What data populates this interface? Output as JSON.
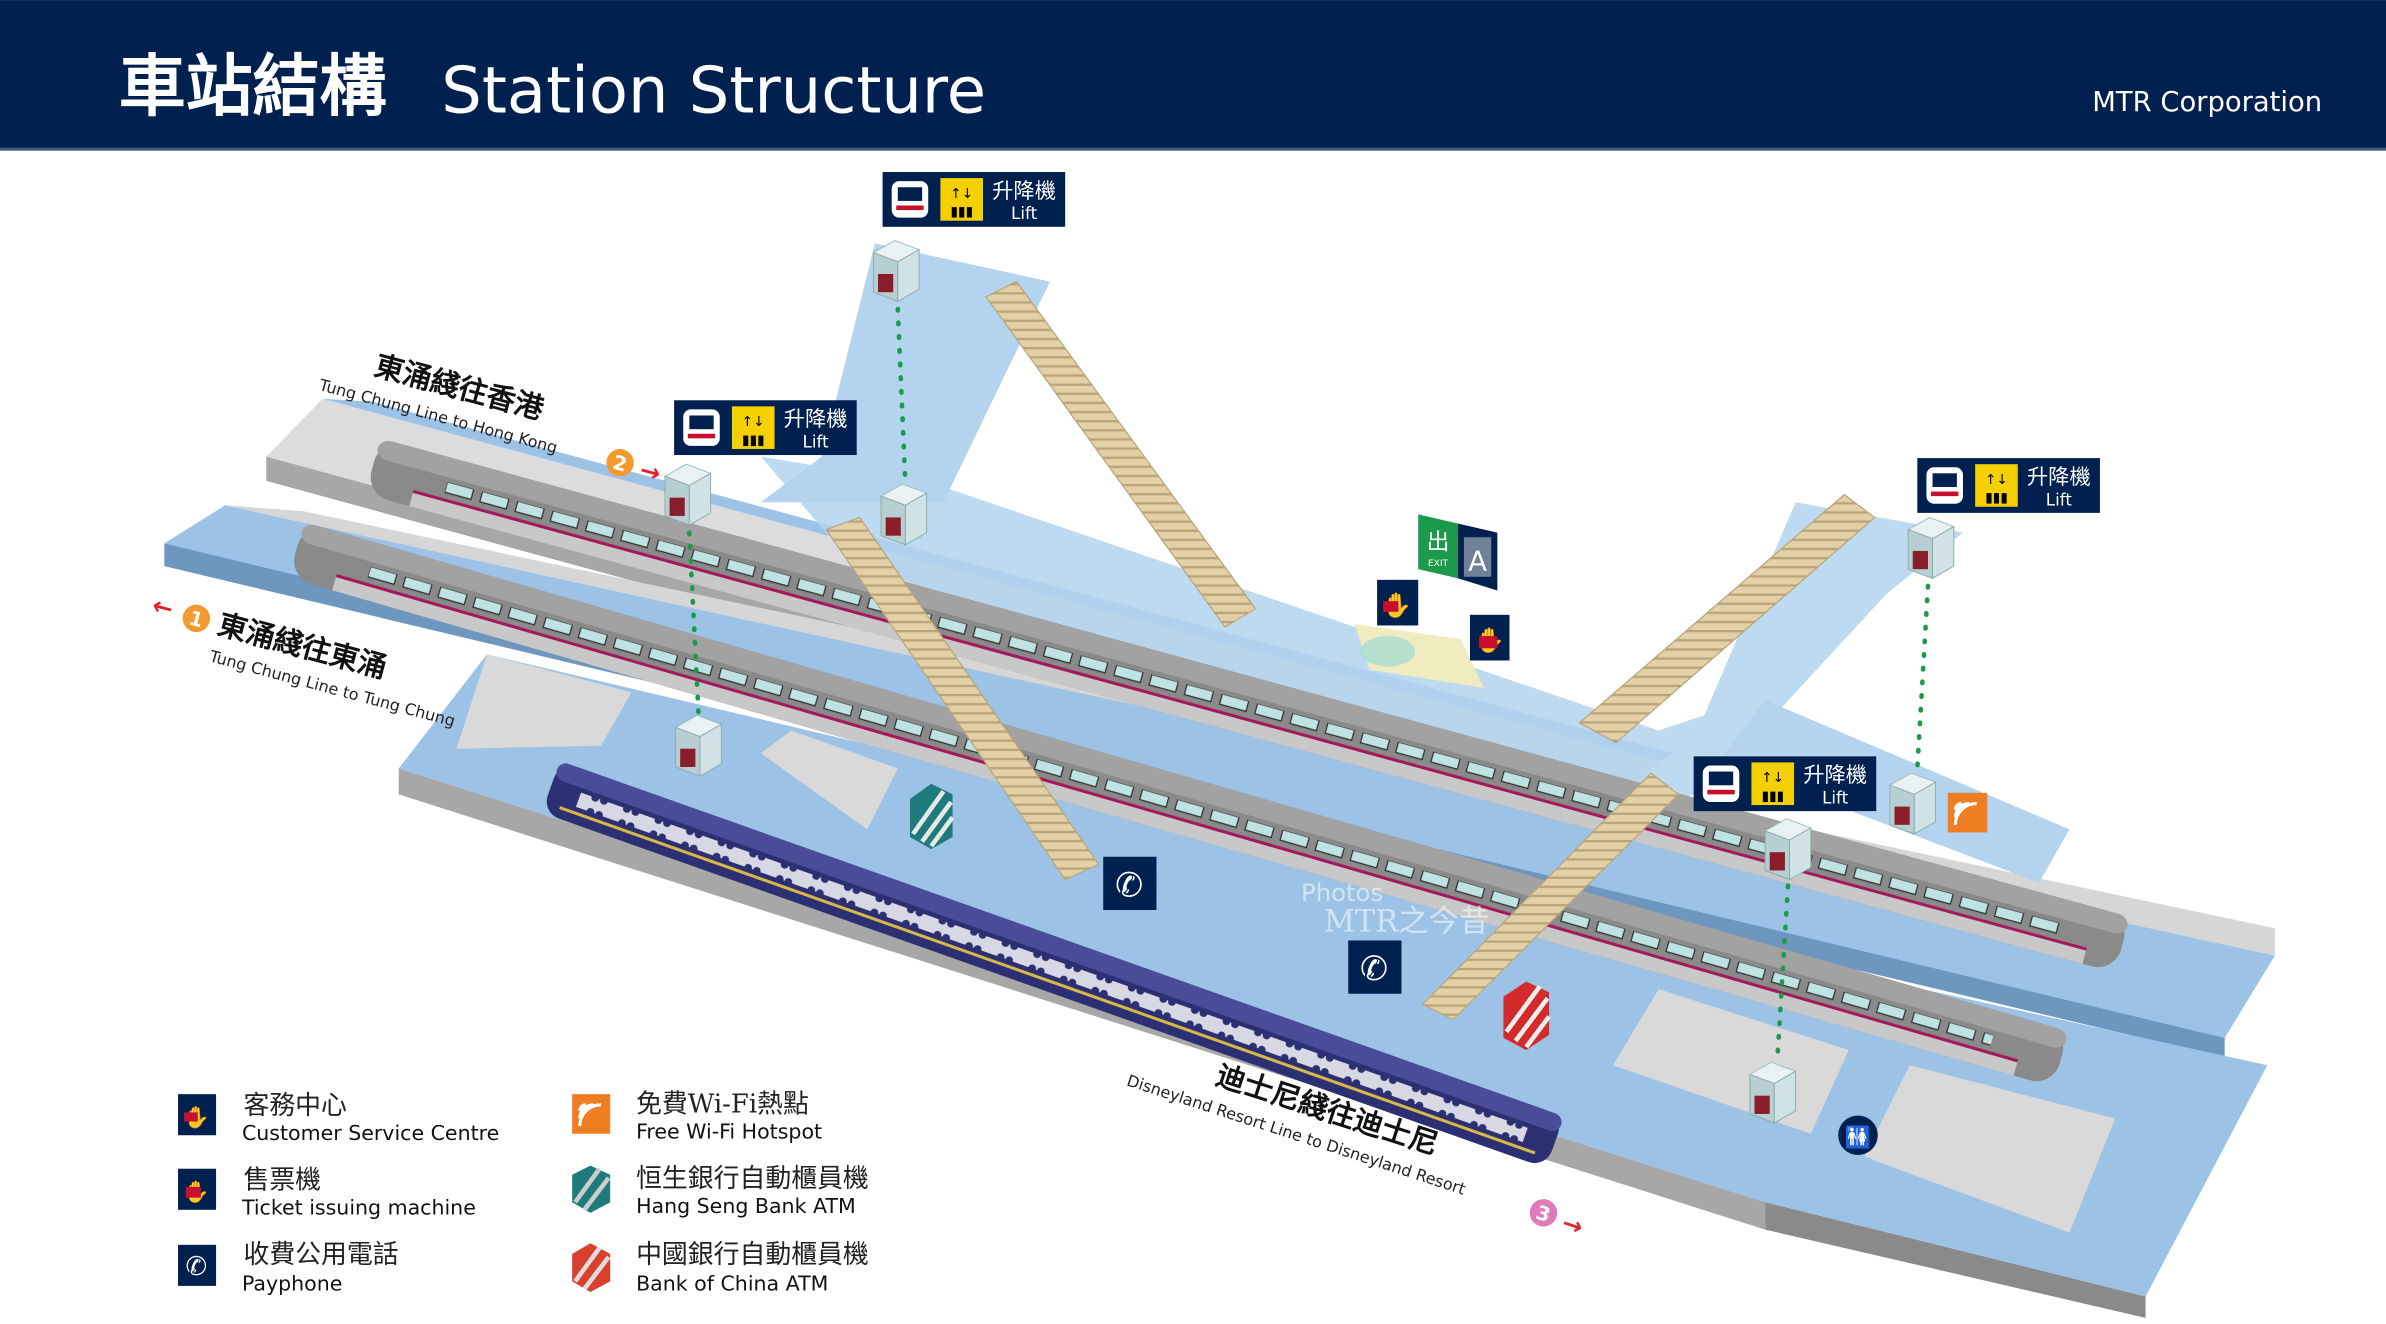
{
  "header": {
    "title_cn": "車站結構",
    "title_en": "Station Structure",
    "brand": "MTR Corporation",
    "background": "#00214f"
  },
  "lift_sign": {
    "cn": "升降機",
    "en": "Lift",
    "icons": [
      "mtr-train-icon",
      "lift-icon"
    ]
  },
  "exit_sign": {
    "cn": "出",
    "en": "EXIT",
    "letter": "A",
    "color": "#1a9a4a"
  },
  "platforms": [
    {
      "number": "1",
      "cn": "東涌綫往東涌",
      "en": "Tung Chung Line to Tung Chung",
      "direction": "left",
      "badge_color": "#f39a2e"
    },
    {
      "number": "2",
      "cn": "東涌綫往香港",
      "en": "Tung Chung Line to Hong Kong",
      "direction": "right",
      "badge_color": "#f39a2e"
    },
    {
      "number": "3",
      "cn": "迪士尼綫往迪士尼",
      "en": "Disneyland Resort Line to Disneyland Resort",
      "direction": "right",
      "badge_color": "#e07ab8"
    }
  ],
  "watermark": {
    "line1": "Photos",
    "line2": "MTR之今昔"
  },
  "legend": [
    {
      "icon": "customer-service-icon",
      "cn": "客務中心",
      "en": "Customer Service Centre"
    },
    {
      "icon": "ticket-machine-icon",
      "cn": "售票機",
      "en": "Ticket issuing machine"
    },
    {
      "icon": "payphone-icon",
      "cn": "收費公用電話",
      "en": "Payphone"
    },
    {
      "icon": "wifi-icon",
      "cn": "免費Wi-Fi熱點",
      "en": "Free Wi-Fi Hotspot"
    },
    {
      "icon": "hang-seng-atm-icon",
      "cn": "恒生銀行自動櫃員機",
      "en": "Hang Seng Bank ATM"
    },
    {
      "icon": "boc-atm-icon",
      "cn": "中國銀行自動櫃員機",
      "en": "Bank of China ATM"
    }
  ],
  "colors": {
    "navy": "#00214f",
    "platform_blue": "#9cc3e6",
    "stairs": "#e3d0a6",
    "tcl_stripe": "#a3195b",
    "drl_train": "#2d2f73",
    "arrow_red": "#e3202b",
    "wifi_orange": "#ef7d22"
  }
}
